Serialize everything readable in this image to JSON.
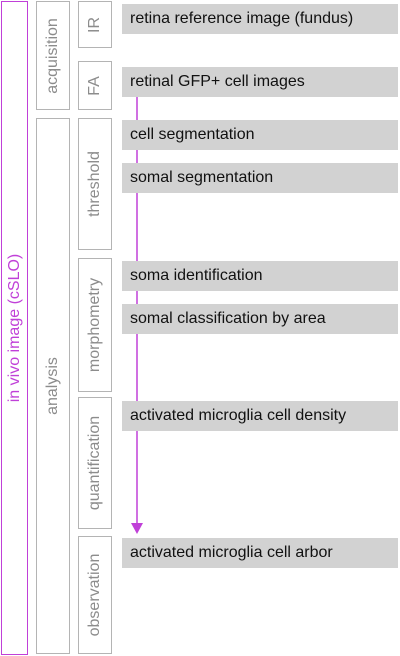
{
  "outer_label": "in vivo image (cSLO)",
  "groups": [
    {
      "label": "acquisition"
    },
    {
      "label": "analysis"
    }
  ],
  "subgroups": [
    {
      "label": "IR"
    },
    {
      "label": "FA"
    },
    {
      "label": "threshold"
    },
    {
      "label": "morphometry"
    },
    {
      "label": "quantification"
    },
    {
      "label": "observation"
    }
  ],
  "steps": [
    {
      "label": "retina reference image (fundus)"
    },
    {
      "label": "retinal GFP+ cell images"
    },
    {
      "label": "cell segmentation"
    },
    {
      "label": "somal segmentation"
    },
    {
      "label": "soma identification"
    },
    {
      "label": "somal classification by area"
    },
    {
      "label": "activated microglia cell density"
    },
    {
      "label": "activated microglia cell arbor"
    }
  ],
  "colors": {
    "accent": "#c040d8",
    "border": "#b4b4b4",
    "step_bg": "#d2d2d2",
    "label_text": "#8c8c8c"
  }
}
